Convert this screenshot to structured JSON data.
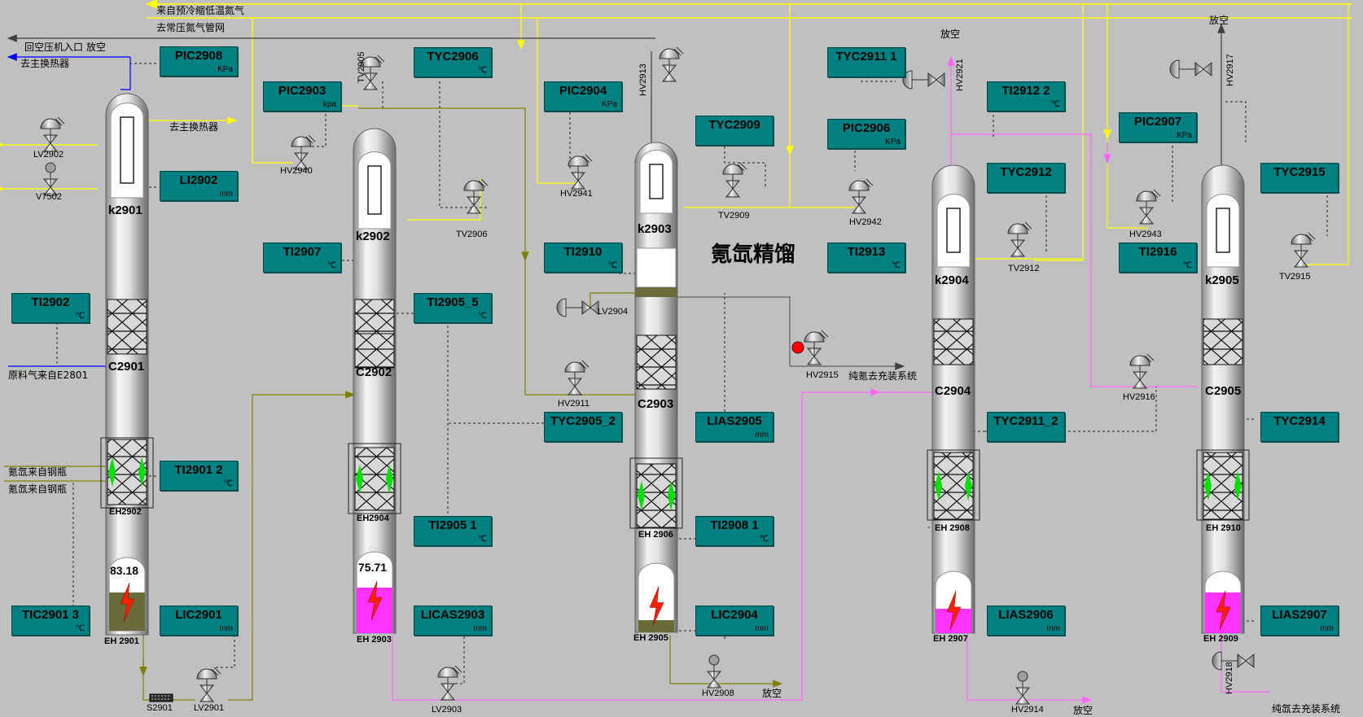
{
  "title": "氪氙精馏",
  "columns": [
    {
      "top": "k2901",
      "mid": "C2901",
      "heater": "EH2902",
      "bottom_heater": "EH 2901",
      "bottom_value": "83.18"
    },
    {
      "top": "k2902",
      "mid": "C2902",
      "heater": "EH2904",
      "bottom_heater": "EH 2903",
      "bottom_value": "75.71"
    },
    {
      "top": "k2903",
      "mid": "C2903",
      "heater": "EH 2906",
      "bottom_heater": "EH 2905",
      "bottom_value": ""
    },
    {
      "top": "k2904",
      "mid": "C2904",
      "heater": "EH 2908",
      "bottom_heater": "EH 2907",
      "bottom_value": ""
    },
    {
      "top": "k2905",
      "mid": "C2905",
      "heater": "EH 2910",
      "bottom_heater": "EH 2909",
      "bottom_value": ""
    }
  ],
  "tags": [
    {
      "name": "PIC2908",
      "unit": "KPa"
    },
    {
      "name": "LI2902",
      "unit": "mm"
    },
    {
      "name": "TI2902",
      "unit": "℃"
    },
    {
      "name": "TI2901  2",
      "unit": "℃"
    },
    {
      "name": "TIC2901  3",
      "unit": "℃"
    },
    {
      "name": "LIC2901",
      "unit": "mm"
    },
    {
      "name": "PIC2903",
      "unit": "kpa"
    },
    {
      "name": "TYC2906",
      "unit": "℃"
    },
    {
      "name": "TI2907",
      "unit": "℃"
    },
    {
      "name": "TI2905_5",
      "unit": "℃"
    },
    {
      "name": "TI2905  1",
      "unit": "℃"
    },
    {
      "name": "LICAS2903",
      "unit": "mm"
    },
    {
      "name": "PIC2904",
      "unit": "KPa"
    },
    {
      "name": "TI2910",
      "unit": "℃"
    },
    {
      "name": "TYC2905_2",
      "unit": ""
    },
    {
      "name": "TYC2909",
      "unit": ""
    },
    {
      "name": "LIAS2905",
      "unit": "mm"
    },
    {
      "name": "TI2908  1",
      "unit": "℃"
    },
    {
      "name": "LIC2904",
      "unit": "mm"
    },
    {
      "name": "TYC2911  1",
      "unit": ""
    },
    {
      "name": "PIC2906",
      "unit": "KPa"
    },
    {
      "name": "TI2913",
      "unit": "℃"
    },
    {
      "name": "TI2912  2",
      "unit": "℃"
    },
    {
      "name": "TYC2912",
      "unit": ""
    },
    {
      "name": "TYC2911_2",
      "unit": ""
    },
    {
      "name": "LIAS2906",
      "unit": "mm"
    },
    {
      "name": "PIC2907",
      "unit": "KPa"
    },
    {
      "name": "TI2916",
      "unit": "℃"
    },
    {
      "name": "TYC2915",
      "unit": ""
    },
    {
      "name": "TYC2914",
      "unit": ""
    },
    {
      "name": "LIAS2907",
      "unit": "mm"
    }
  ],
  "valves": [
    "LV2902",
    "V7502",
    "HV2940",
    "TV2905",
    "TV2906",
    "HV2913",
    "HV2941",
    "LV2904",
    "HV2911",
    "TV2909",
    "HV2915",
    "HV2908",
    "HV2921",
    "HV2942",
    "TV2912",
    "HV2914",
    "HV2917",
    "HV2943",
    "HV2916",
    "TV2915",
    "HV2918",
    "LV2901",
    "LV2903",
    "S2901"
  ],
  "stream_labels": {
    "ln2_in": "来自预冷缩低温氮气",
    "ln2_out": "去常压氮气管网",
    "recycle": "回空压机入口 放空",
    "to_mhx1": "去主换热器",
    "to_mhx2": "去主换热器",
    "feed": "原料气来自E2801",
    "ar1": "氪氙来自钢瓶",
    "ar2": "氪氙来自钢瓶",
    "vent_hv2908": "放空",
    "vent_c2904": "放空",
    "vent_c2905": "放空",
    "vent_hv2914": "放空",
    "to_fill1": "纯氪去充装系统",
    "to_fill2": "纯氙去充装系统"
  },
  "colors": {
    "background": "#c0c0c0",
    "tag_fill": "#008080",
    "yellow_line": "#ffff00",
    "magenta_line": "#ff66ff",
    "blue_line": "#0000ff",
    "olive_line": "#808000",
    "level_olive": "#6b6b3a",
    "level_magenta": "#ff33ff"
  }
}
